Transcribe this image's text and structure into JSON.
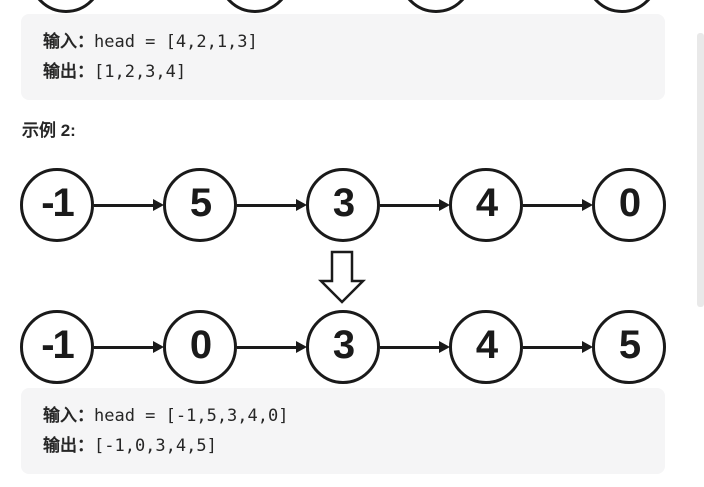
{
  "page": {
    "background": "#ffffff"
  },
  "colors": {
    "code_block_bg": "#f5f5f6",
    "text": "#262626",
    "node_stroke": "#1a1a1a",
    "scrollbar_thumb": "#e9e9e9"
  },
  "icons": {
    "next_pointer_arrow": "→",
    "transform_arrow": "⇩ (hollow outlined down arrow)",
    "list_node": "circle"
  },
  "example1_result_block": {
    "input_label": "输入：",
    "input_value": "head = [4,2,1,3]",
    "output_label": "输出：",
    "output_value": "[1,2,3,4]"
  },
  "example2": {
    "heading": "示例 2:",
    "list_before": {
      "nodes": [
        "-1",
        "5",
        "3",
        "4",
        "0"
      ]
    },
    "list_after": {
      "nodes": [
        "-1",
        "0",
        "3",
        "4",
        "5"
      ]
    },
    "result_block": {
      "input_label": "输入：",
      "input_value": "head = [-1,5,3,4,0]",
      "output_label": "输出：",
      "output_value": "[-1,0,3,4,5]"
    }
  }
}
